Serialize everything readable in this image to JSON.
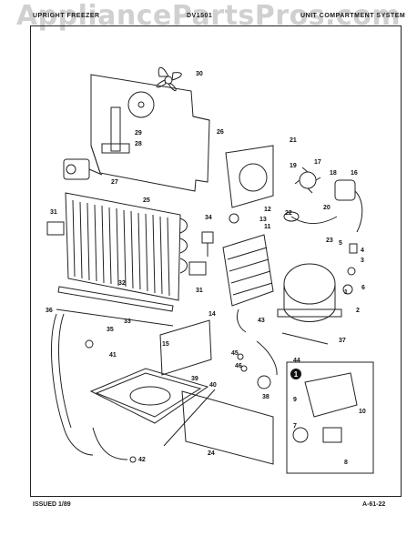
{
  "watermark": "AppliancePartsPros.com",
  "header": {
    "left": "UPRIGHT FREEZER",
    "center": "DV1501",
    "right": "UNIT COMPARTMENT SYSTEM"
  },
  "footer": {
    "issued": "ISSUED 1/89",
    "page": "A-61-22"
  },
  "inset_label": "1",
  "callouts": [
    "1",
    "2",
    "3",
    "4",
    "5",
    "6",
    "7",
    "8",
    "9",
    "10",
    "11",
    "12",
    "13",
    "14",
    "15",
    "16",
    "17",
    "18",
    "19",
    "20",
    "21",
    "22",
    "23",
    "24",
    "25",
    "26",
    "27",
    "28",
    "29",
    "30",
    "31",
    "31",
    "32",
    "33",
    "34",
    "35",
    "36",
    "37",
    "38",
    "39",
    "40",
    "41",
    "42",
    "43",
    "44",
    "45",
    "46"
  ]
}
